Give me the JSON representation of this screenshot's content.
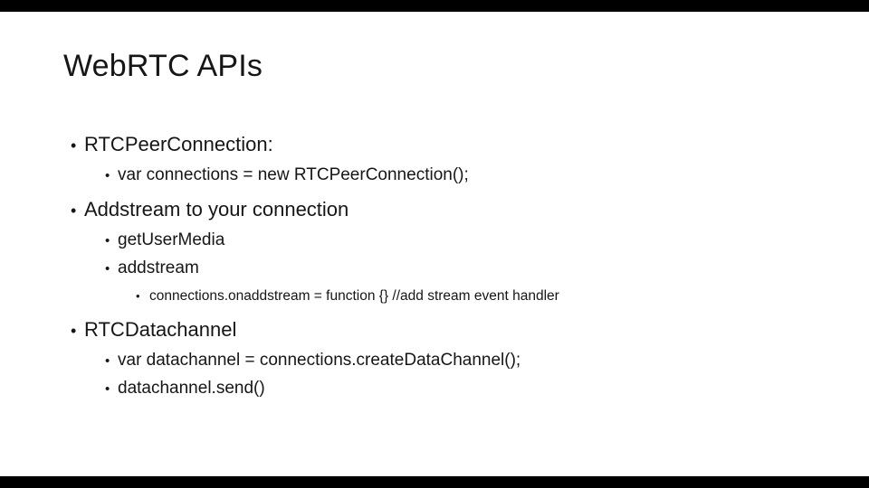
{
  "colors": {
    "letterbox": "#000000",
    "slide-bg": "#ffffff",
    "text": "#161616"
  },
  "slide": {
    "title": "WebRTC APIs",
    "bullet_glyph": "•",
    "bullets": [
      {
        "level": 1,
        "text": "RTCPeerConnection:"
      },
      {
        "level": 2,
        "text": "var connections = new RTCPeerConnection();"
      },
      {
        "level": 1,
        "text": "Addstream to your connection"
      },
      {
        "level": 2,
        "text": "getUserMedia"
      },
      {
        "level": 2,
        "text": "addstream"
      },
      {
        "level": 3,
        "text": "connections.onaddstream = function {} //add stream event handler"
      },
      {
        "level": 1,
        "text": "RTCDatachannel"
      },
      {
        "level": 2,
        "text": "var datachannel = connections.createDataChannel();"
      },
      {
        "level": 2,
        "text": "datachannel.send()"
      }
    ]
  }
}
